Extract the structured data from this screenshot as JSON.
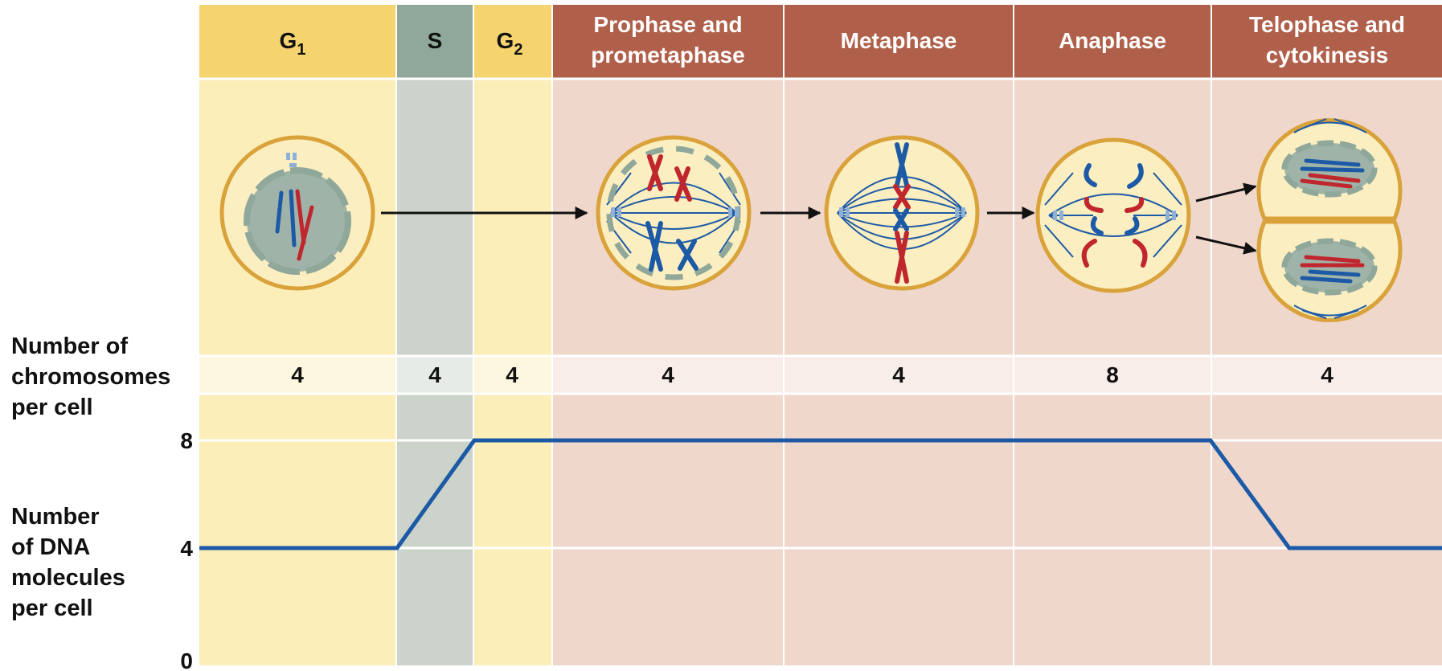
{
  "phases": [
    {
      "id": "g1",
      "label": "G",
      "sub": "1",
      "count": "4"
    },
    {
      "id": "s",
      "label": "S",
      "sub": "",
      "count": "4"
    },
    {
      "id": "g2",
      "label": "G",
      "sub": "2",
      "count": "4"
    },
    {
      "id": "prophase",
      "label": "Prophase and",
      "label2": "prometaphase",
      "count": "4"
    },
    {
      "id": "metaphase",
      "label": "Metaphase",
      "label2": "",
      "count": "4"
    },
    {
      "id": "anaphase",
      "label": "Anaphase",
      "label2": "",
      "count": "8"
    },
    {
      "id": "telophase",
      "label": "Telophase and",
      "label2": "cytokinesis",
      "count": "4"
    }
  ],
  "chromosome_label": {
    "line1": "Number of",
    "line2": "chromosomes",
    "line3": "per  cell"
  },
  "dna_label": {
    "line1": "Number",
    "line2": "of DNA",
    "line3": "molecules",
    "line4": "per  cell"
  },
  "y_ticks": [
    "8",
    "4",
    "0"
  ],
  "colors": {
    "interphase_header": "#f5d36e",
    "interphase_body": "#fbeeb8",
    "s_header": "#8fa89a",
    "s_body": "#cbd3cb",
    "mitosis_header": "#b0604a",
    "mitosis_body": "#efd7cc",
    "dna_line": "#1d5aa6",
    "cell_border": "#d9a23a",
    "cell_fill": "#fbeec0",
    "chrom_red": "#c0262d",
    "chrom_blue": "#1d5aa6",
    "nucleus": "#8fa89a"
  },
  "chart_data": {
    "type": "line",
    "ylabel": "Number of DNA molecules per  cell",
    "ylim": [
      0,
      8
    ],
    "yticks": [
      0,
      4,
      8
    ],
    "series": [
      {
        "values_by_phase": [
          {
            "phase": "G1",
            "dna": 4
          },
          {
            "phase": "S",
            "dna_start": 4,
            "dna_end": 8
          },
          {
            "phase": "G2",
            "dna": 8
          },
          {
            "phase": "Prophase and prometaphase",
            "dna": 8
          },
          {
            "phase": "Metaphase",
            "dna": 8
          },
          {
            "phase": "Anaphase",
            "dna": 8
          },
          {
            "phase": "Telophase and cytokinesis",
            "dna_start": 8,
            "dna_end": 4
          }
        ]
      }
    ]
  }
}
